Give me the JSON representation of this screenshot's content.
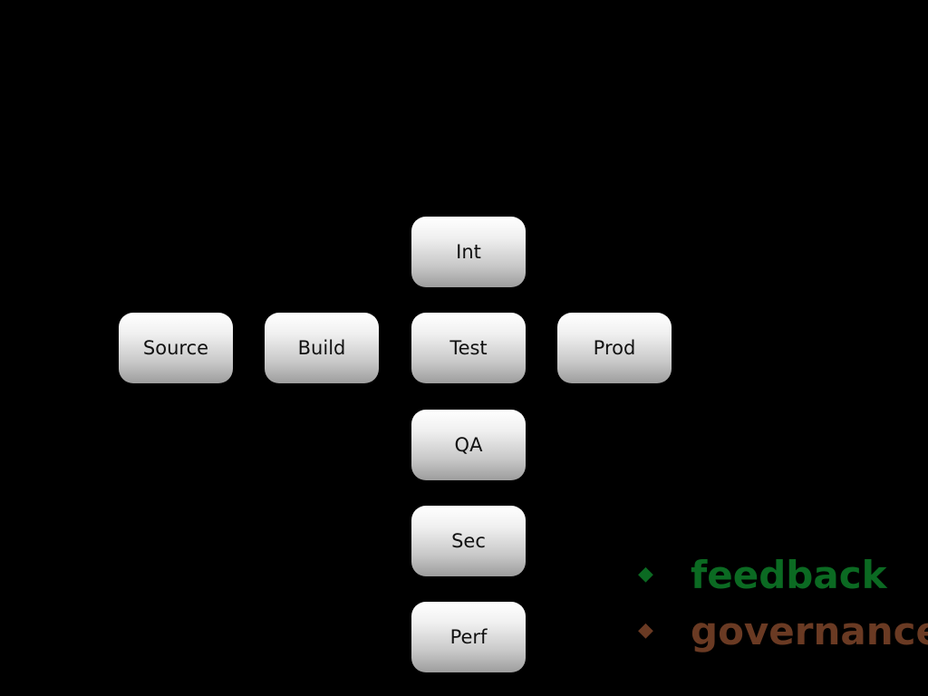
{
  "colors": {
    "background": "#000000",
    "feedback": "#0b6a22",
    "governance": "#6a3a23"
  },
  "nodes": {
    "source": "Source",
    "build": "Build",
    "int": "Int",
    "test": "Test",
    "prod": "Prod",
    "qa": "QA",
    "sec": "Sec",
    "perf": "Perf"
  },
  "legend": {
    "items": [
      {
        "label": "feedback",
        "bullet": "◆",
        "color": "#0b6a22",
        "icon": "diamond-bullet-icon"
      },
      {
        "label": "governance",
        "bullet": "◆",
        "color": "#6a3a23",
        "icon": "diamond-bullet-icon"
      }
    ]
  }
}
